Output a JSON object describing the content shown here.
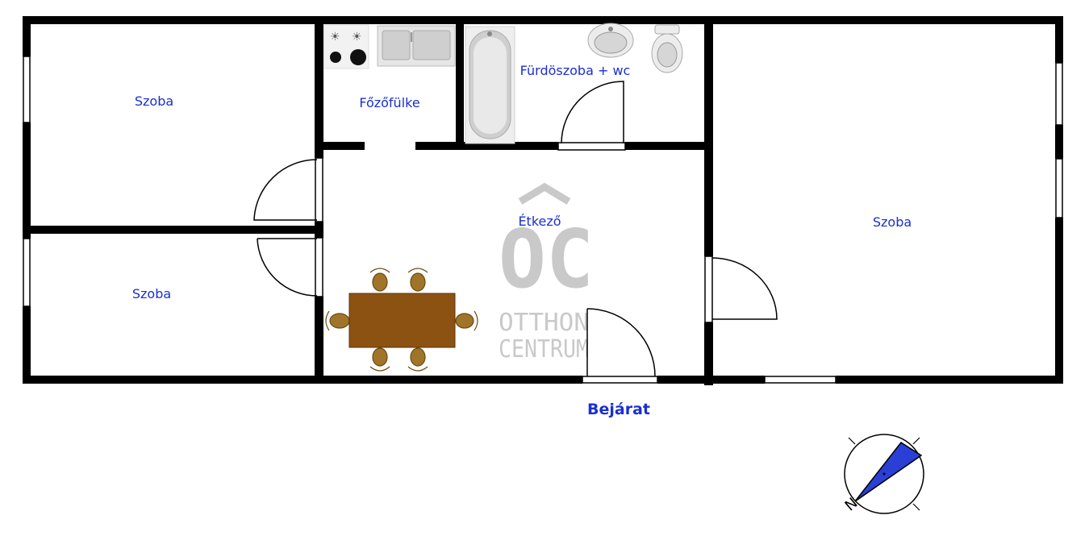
{
  "rooms": {
    "room_top_left": "Szoba",
    "room_bottom_left": "Szoba",
    "kitchenette": "Főzőfülke",
    "bathroom": "Fürdöszoba + wc",
    "dining": "Étkező",
    "room_right": "Szoba"
  },
  "entrance": "Bejárat",
  "watermark": {
    "monogram": "OC",
    "line1": "OTTHON",
    "line2": "CENTRUM"
  },
  "compass": {
    "north_label": "N"
  },
  "colors": {
    "wall": "#000000",
    "label": "#1a2fd1",
    "table": "#8b5212",
    "chair": "#a0752a",
    "compass_needle": "#2a3fd6",
    "watermark": "#c9c9c9"
  }
}
